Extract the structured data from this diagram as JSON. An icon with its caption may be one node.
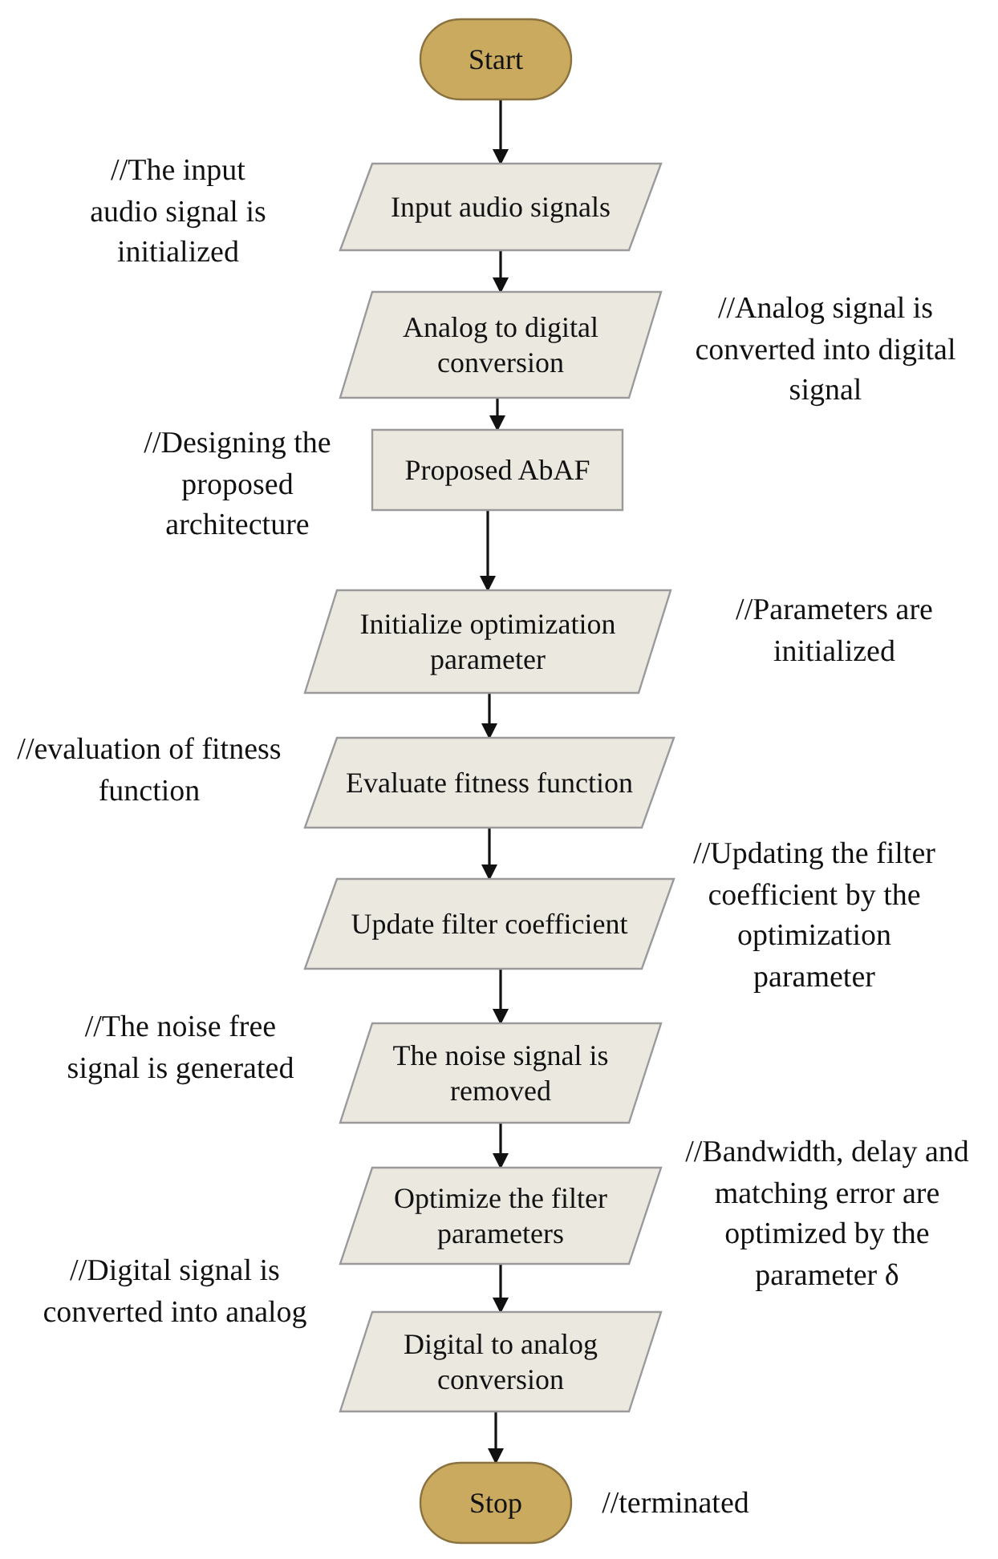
{
  "diagram": {
    "nodes": [
      {
        "text": [
          "Start"
        ]
      },
      {
        "text": [
          "Input audio signals"
        ],
        "beside": [
          "//The input audio signal is initialized"
        ]
      },
      {
        "text": [
          "Analog to digital conversion"
        ],
        "beside": [
          "//Analog signal is converted into digital signal"
        ]
      },
      {
        "text": [
          "Proposed AbAF"
        ],
        "beside": [
          "//Designing the proposed architecture"
        ]
      },
      {
        "text": [
          "Initialize optimization parameter"
        ],
        "beside": [
          "//Parameters are initialized"
        ]
      },
      {
        "text": [
          "Evaluate  fitness function"
        ],
        "beside": [
          "//evaluation of fitness function"
        ]
      },
      {
        "text": [
          "Update filter coefficient"
        ],
        "beside": [
          "//Updating the filter coefficient by the optimization parameter"
        ]
      },
      {
        "text": [
          "The noise signal is removed"
        ],
        "beside": [
          "//The noise free signal is generated"
        ]
      },
      {
        "text": [
          "Optimize the filter parameters"
        ],
        "beside": [
          "//Bandwidth, delay and matching error are optimized by the parameter δ"
        ]
      },
      {
        "text": [
          "Digital to analog conversion"
        ],
        "beside": [
          "//Digital signal is converted into analog"
        ]
      },
      {
        "text": [
          "Stop"
        ],
        "beside": [
          "//terminated"
        ]
      }
    ],
    "edges": [
      {
        "from": 0,
        "to": 1,
        "arrow": "to"
      },
      {
        "from": 1,
        "to": 2,
        "arrow": "to"
      },
      {
        "from": 2,
        "to": 3,
        "arrow": "to"
      },
      {
        "from": 3,
        "to": 4,
        "arrow": "to"
      },
      {
        "from": 4,
        "to": 5,
        "arrow": "to"
      },
      {
        "from": 5,
        "to": 6,
        "arrow": "to"
      },
      {
        "from": 6,
        "to": 7,
        "arrow": "to"
      },
      {
        "from": 7,
        "to": 8,
        "arrow": "to"
      },
      {
        "from": 8,
        "to": 9,
        "arrow": "to"
      },
      {
        "from": 9,
        "to": 10,
        "arrow": "to"
      }
    ]
  }
}
